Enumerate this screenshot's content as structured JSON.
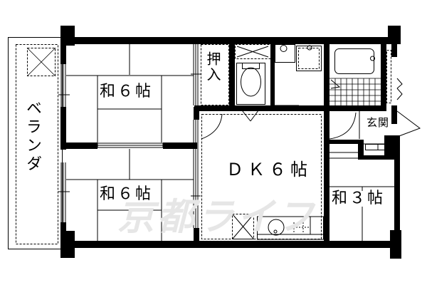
{
  "floorplan": {
    "rooms": {
      "balcony": "ベランダ",
      "washitsu_upper": "和６帖",
      "washitsu_lower": "和６帖",
      "oshiire": "押入",
      "dk": "ＤＫ６帖",
      "entrance": "玄関",
      "washitsu_small": "和３帖"
    },
    "watermark": "京都ライフ",
    "colors": {
      "wall": "#000000",
      "line": "#000000",
      "background": "#ffffff",
      "watermark": "#e6e6e6"
    }
  }
}
